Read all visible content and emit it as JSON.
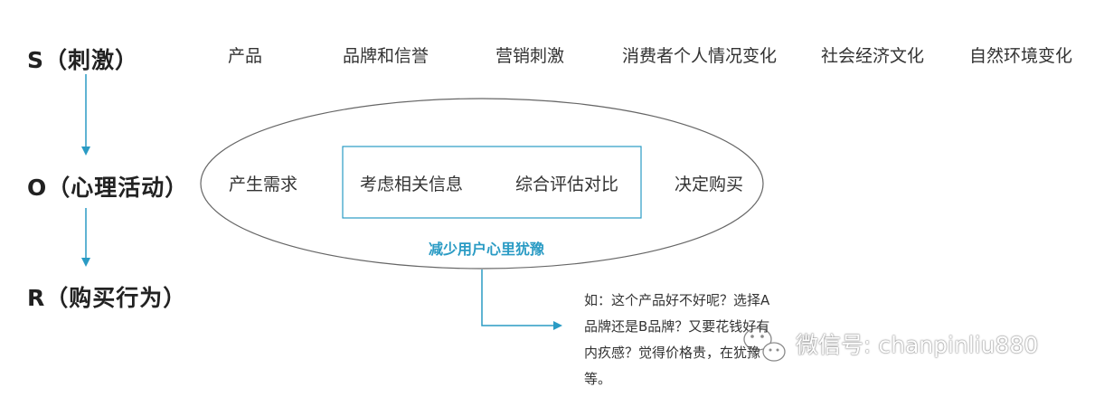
{
  "stages": {
    "s_label": "S（刺激）",
    "o_label": "O（心理活动）",
    "r_label": "R（购买行为）"
  },
  "stimuli": [
    "产品",
    "品牌和信誉",
    "营销刺激",
    "消费者个人情况变化",
    "社会经济文化",
    "自然环境变化"
  ],
  "process": [
    "产生需求",
    "考虑相关信息",
    "综合评估对比",
    "决定购买"
  ],
  "reduce_label": "减少用户心里犹豫",
  "example_text": "如：这个产品好不好呢？选择A品牌还是B品牌？又要花钱好有内疚感？觉得价格贵，在犹豫等。",
  "watermark": "微信号: chanpinliu880",
  "colors": {
    "accent": "#2a9bc4",
    "ellipse_stroke": "#666666",
    "text": "#333333"
  }
}
